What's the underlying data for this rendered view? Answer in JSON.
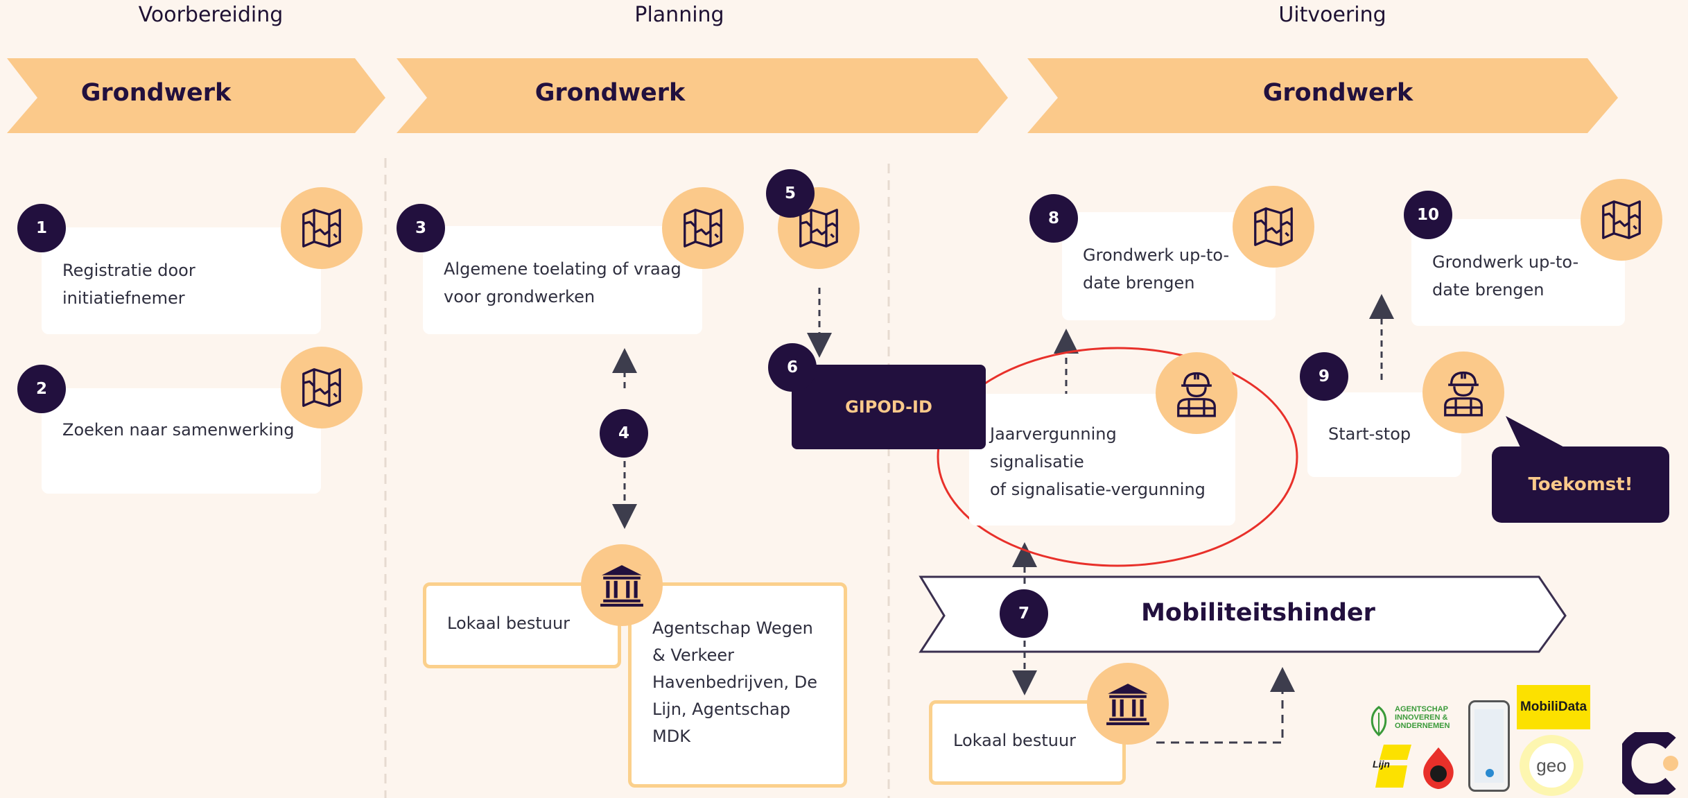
{
  "phases": {
    "prep": "Voorbereiding",
    "planning": "Planning",
    "execution": "Uitvoering"
  },
  "chevrons": {
    "prep": "Grondwerk",
    "planning": "Grondwerk",
    "execution": "Grondwerk",
    "mobility": "Mobiliteitshinder"
  },
  "steps": {
    "s1": {
      "num": "1",
      "line1": "Registratie door",
      "line2": "initiatiefnemer"
    },
    "s2": {
      "num": "2",
      "line1": "Zoeken naar samenwerking"
    },
    "s3": {
      "num": "3",
      "line1": "Algemene toelating of vraag",
      "line2": "voor grondwerken"
    },
    "s4": {
      "num": "4"
    },
    "s5": {
      "num": "5"
    },
    "s6": {
      "num": "6",
      "label": "GIPOD-ID"
    },
    "s7": {
      "num": "7"
    },
    "s8": {
      "num": "8",
      "line1": "Grondwerk up-to-",
      "line2": "date brengen"
    },
    "s9": {
      "num": "9",
      "line1": "Start-stop"
    },
    "s10": {
      "num": "10",
      "line1": "Grondwerk up-to-",
      "line2": "date brengen"
    }
  },
  "signalisation": {
    "line1": "Jaarvergunning signalisatie",
    "line2": "of signalisatie-vergunning"
  },
  "local_gov_planning": "Lokaal bestuur",
  "agencies": [
    "Agentschap Wegen",
    "& Verkeer",
    "Havenbedrijven, De",
    "Lijn, Agentschap",
    "MDK"
  ],
  "local_gov_execution": "Lokaal bestuur",
  "future_bubble": "Toekomst!",
  "logos": {
    "agentschap": [
      "AGENTSCHAP",
      "INNOVEREN &",
      "ONDERNEMEN"
    ],
    "mobilidata_a": "Mobili",
    "mobilidata_b": "Data",
    "lijn": "Lijn",
    "geo": "geo"
  },
  "colors": {
    "chevron": "#fbc98a",
    "dark": "#22103e",
    "highlight": "#e8302a",
    "background": "#fdf5ee"
  },
  "icons": [
    "map-icon",
    "building-icon",
    "worker-icon"
  ]
}
